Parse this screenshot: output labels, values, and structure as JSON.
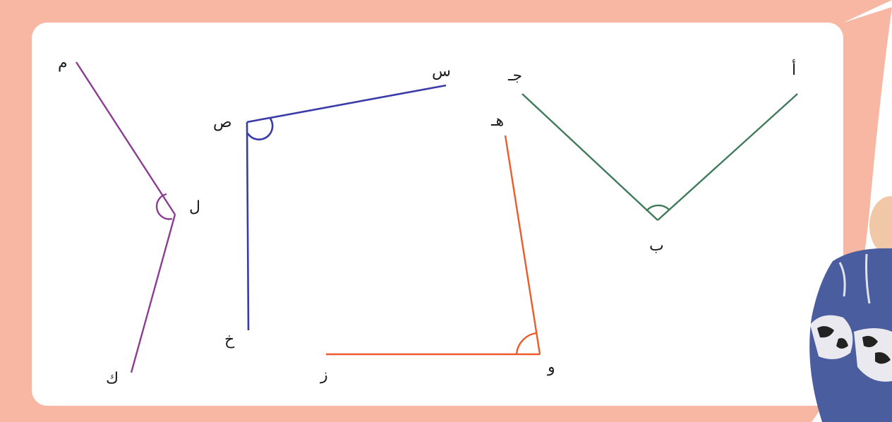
{
  "colors": {
    "frame": "#f7b7a3",
    "card": "#ffffff",
    "angle_mln": "#8a3d91",
    "angle_sst": "#3a3aa8",
    "angle_hwz": "#ee5a2a",
    "angle_abj": "#3f7a5a"
  },
  "angles": [
    {
      "name": "angle-mlk",
      "vertex": "ل",
      "arm1": "م",
      "arm2": "ك"
    },
    {
      "name": "angle-sskh",
      "vertex": "ص",
      "arm1": "س",
      "arm2": "خ"
    },
    {
      "name": "angle-hwz",
      "vertex": "و",
      "arm1": "هـ",
      "arm2": "ز"
    },
    {
      "name": "angle-abj",
      "vertex": "ب",
      "arm1": "أ",
      "arm2": "جـ"
    }
  ],
  "decoration": {
    "photo": "child-photo"
  }
}
